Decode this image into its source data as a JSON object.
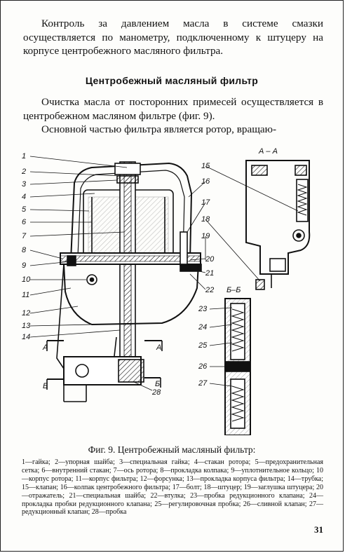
{
  "paragraphs": {
    "p1": "Контроль за давлением масла в системе смазки осуществляется по манометру, подключенному к штуцеру на корпусе центробежного масляного фильтра.",
    "heading": "Центробежный масляный фильтр",
    "p2": "Очистка масла от посторонних примесей осуществляется в центробежном масляном фильтре (фиг. 9).",
    "p3": "Основной частью фильтра является ротор, вращаю-"
  },
  "figure": {
    "labels": [
      "1",
      "2",
      "3",
      "4",
      "5",
      "6",
      "7",
      "8",
      "9",
      "10",
      "11",
      "12",
      "13",
      "14",
      "15",
      "16",
      "17",
      "18",
      "19",
      "20",
      "21",
      "22",
      "23",
      "24",
      "25",
      "26",
      "27",
      "28"
    ],
    "section_aa": "А – А",
    "section_bb": "Б–Б",
    "cut_a": "А",
    "cut_b": "Б",
    "caption": "Фиг. 9. Центробежный масляный фильтр:",
    "legend": "1—гайка; 2—упорная шайба; 3—специальная гайка; 4—стакан ротора; 5—предохранительная сетка; 6—внутренний стакан; 7—ось ротора; 8—прокладка колпака; 9—уплотнительное кольцо; 10—корпус ротора; 11—корпус фильтра; 12—форсунка; 13—прокладка корпуса фильтра; 14—трубка; 15—клапан; 16—колпак центробежного фильтра; 17—болт; 18—штуцер; 19—заглушка штуцера; 20—отражатель; 21—специальная шайба; 22—втулка; 23—пробка редукционного клапана; 24—прокладка пробки редукционного клапана; 25—регулировочная пробка; 26—сливной клапан; 27—редукционный клапан; 28—пробка"
  },
  "page_number": "31"
}
